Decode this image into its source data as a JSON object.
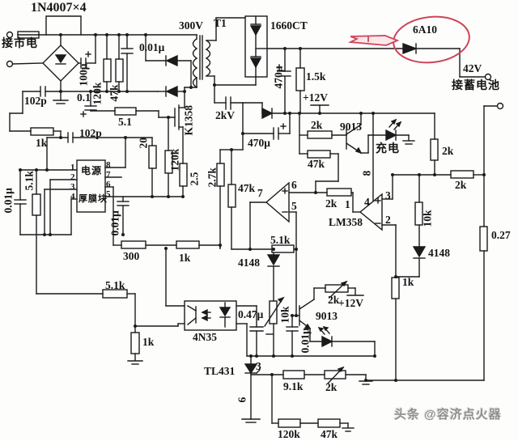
{
  "annotations": {
    "watermark": "头条 @容济点火器",
    "highlight_part": "6A10"
  },
  "io": {
    "mains": "接市电",
    "bus_voltage": "300V",
    "battery_voltage": "42V",
    "battery": "接蓄电池",
    "rail_12v_a": "+12V",
    "rail_12v_b": "+12V"
  },
  "semiconductors": {
    "bridge": "1N4007×4",
    "rectifier": "1660CT",
    "output_diode": "6A10",
    "mosfet": "K1358",
    "opamp": "LM358",
    "opto": "4N35",
    "shunt_ref": "TL431",
    "npn_a": "9013",
    "npn_b": "9013",
    "diode_a": "4148",
    "diode_b": "4148",
    "charge_led": "充电",
    "transformer": "T1"
  },
  "module": {
    "line1": "电源",
    "line2": "厚膜块",
    "pins_left": [
      "1",
      "2",
      "3",
      "4"
    ],
    "pins_right": [
      "8",
      "7",
      "6",
      "5"
    ]
  },
  "opamp_pins": {
    "p1": "1",
    "p2": "2",
    "p3": "3",
    "p4": "4",
    "p5": "5",
    "p6": "6",
    "p7": "7",
    "p8": "8"
  },
  "tl431_pins": {
    "p3": "3",
    "p6": "6"
  },
  "resistors": {
    "r120k_a": "120k",
    "r47k_a": "47k",
    "r1k_a": "1k",
    "r5_1": "5.1",
    "r20": "20",
    "r120k_c": "120k",
    "r2_5": "2.5",
    "r2_7k": "2.7k",
    "r1_5k": "1.5k",
    "r2k_a": "2k",
    "r47k_b": "47k",
    "r2k_b": "2k",
    "r47k_c": "47k",
    "r5_1k_a": "5.1k",
    "r300": "300",
    "r1k_b": "1k",
    "r5_1k_b": "5.1k",
    "r5_1k_left": "5.1k",
    "r1k_c": "1k",
    "r9_1k": "9.1k",
    "r2k_c": "2k",
    "r120k_b": "120k",
    "r47k_d": "47k",
    "r2k_rv": "2k",
    "r2k_rh": "2k",
    "r10k_r": "10k",
    "r0_27": "0.27",
    "r1k_d": "1k",
    "r10k_adj": "10k",
    "r2k_adj": "2k"
  },
  "capacitors": {
    "c100u": "100μ",
    "c0_01_top": "0.01μ",
    "c102p_a": "102p",
    "c0_1": "0.1",
    "c102p_b": "102p",
    "c2kv": "2kV",
    "c470u_a": "470μ",
    "c470u_b": "470μ",
    "c0_01_left": "0.01μ",
    "c0_01_mod": "0.01μ",
    "c0_47u": "0.47μ",
    "c0_01_b": "0.01μ"
  }
}
